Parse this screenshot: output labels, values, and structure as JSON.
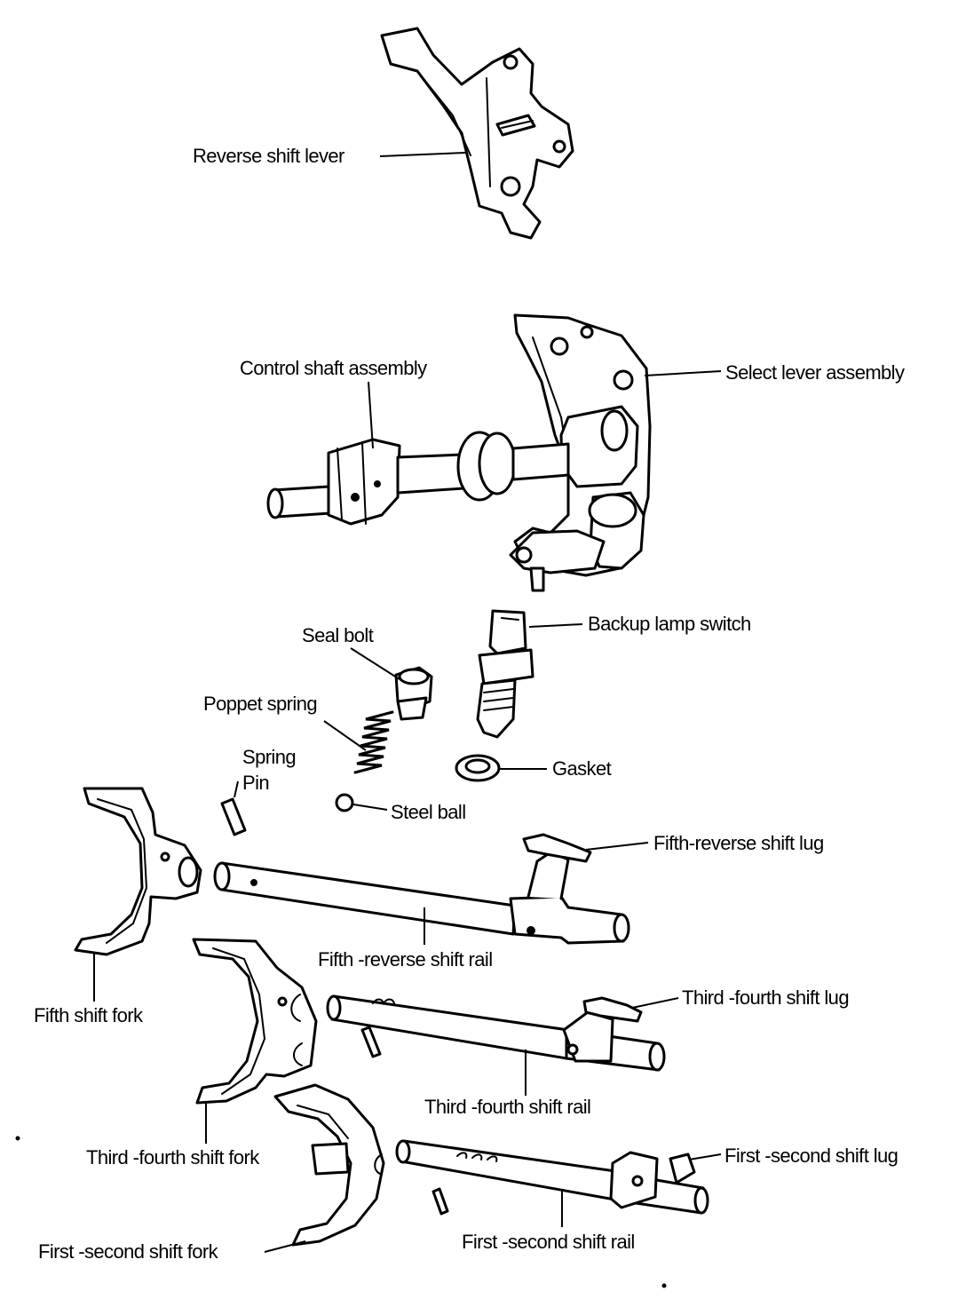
{
  "labels": {
    "reverse_shift_lever": "Reverse shift lever",
    "control_shaft_assembly": "Control shaft assembly",
    "select_lever_assembly": "Select lever assembly",
    "backup_lamp_switch": "Backup lamp switch",
    "seal_bolt": "Seal bolt",
    "poppet_spring": "Poppet spring",
    "spring_pin_line1": "Spring",
    "spring_pin_line2": "Pin",
    "gasket": "Gasket",
    "steel_ball": "Steel ball",
    "fifth_reverse_shift_lug": "Fifth-reverse shift lug",
    "fifth_reverse_shift_rail": "Fifth -reverse shift rail",
    "fifth_shift_fork": "Fifth shift fork",
    "third_fourth_shift_lug": "Third -fourth shift lug",
    "third_fourth_shift_rail": "Third -fourth shift rail",
    "third_fourth_shift_fork": "Third -fourth shift fork",
    "first_second_shift_lug": "First -second shift lug",
    "first_second_shift_rail": "First -second shift rail",
    "first_second_shift_fork": "First -second shift fork"
  }
}
